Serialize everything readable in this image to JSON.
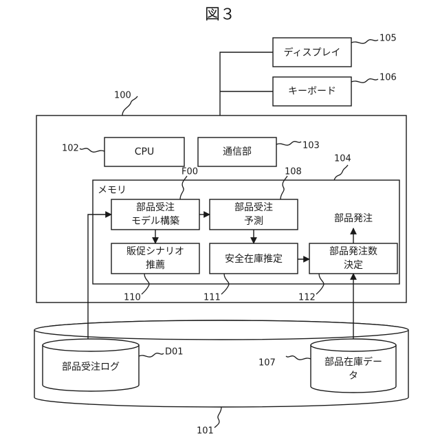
{
  "figure_title": "図３",
  "refs": {
    "system": "100",
    "database": "101",
    "cpu": "102",
    "comm": "103",
    "memory": "104",
    "display": "105",
    "keyboard": "106",
    "stock_data": "107",
    "forecast": "108",
    "promo": "110",
    "safety": "111",
    "order_decide": "112",
    "model_build": "F00",
    "order_log": "D01"
  },
  "labels": {
    "display": "ディスプレイ",
    "keyboard": "キーボード",
    "cpu": "CPU",
    "comm": "通信部",
    "memory": "メモリ",
    "model_build_1": "部品受注",
    "model_build_2": "モデル構築",
    "forecast_1": "部品受注",
    "forecast_2": "予測",
    "promo_1": "販促シナリオ",
    "promo_2": "推薦",
    "safety": "安全在庫推定",
    "order_decide_1": "部品発注数",
    "order_decide_2": "決定",
    "order_out": "部品発注",
    "order_log": "部品受注ログ",
    "stock_data_1": "部品在庫デー",
    "stock_data_2": "タ"
  }
}
